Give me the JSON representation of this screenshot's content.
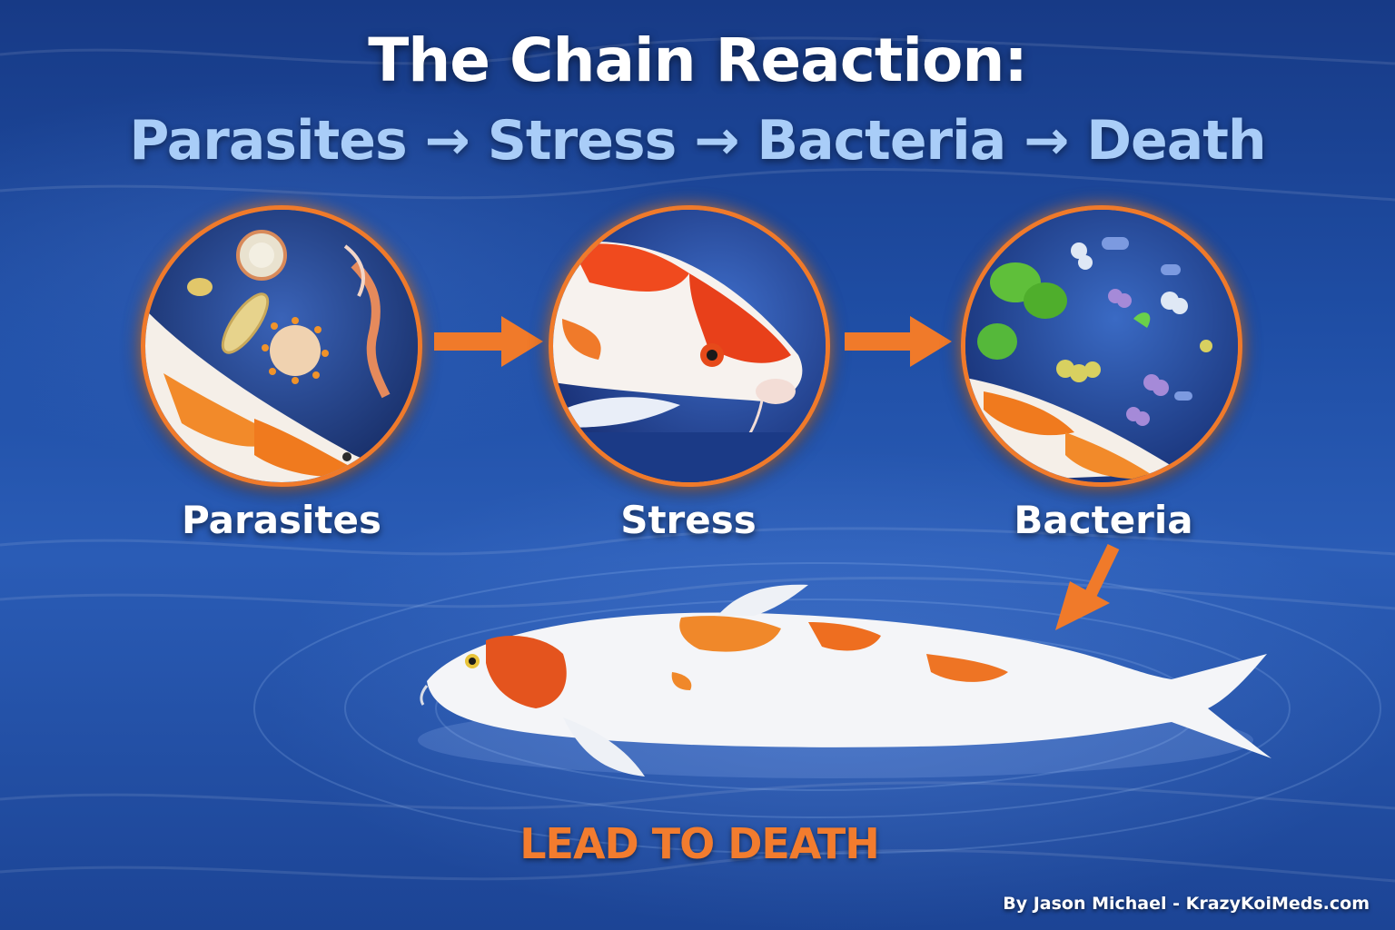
{
  "title": "The Chain Reaction:",
  "subtitle": "Parasites → Stress → Bacteria → Death",
  "stages": [
    {
      "label": "Parasites"
    },
    {
      "label": "Stress"
    },
    {
      "label": "Bacteria"
    }
  ],
  "outcome_label": "LEAD TO DEATH",
  "credit": "By Jason Michael - KrazyKoiMeds.com",
  "colors": {
    "accent_orange": "#f07a2a",
    "title_white": "#ffffff",
    "subtitle_blue": "#a9cdf8",
    "water_blue": "#1f4ea5"
  }
}
